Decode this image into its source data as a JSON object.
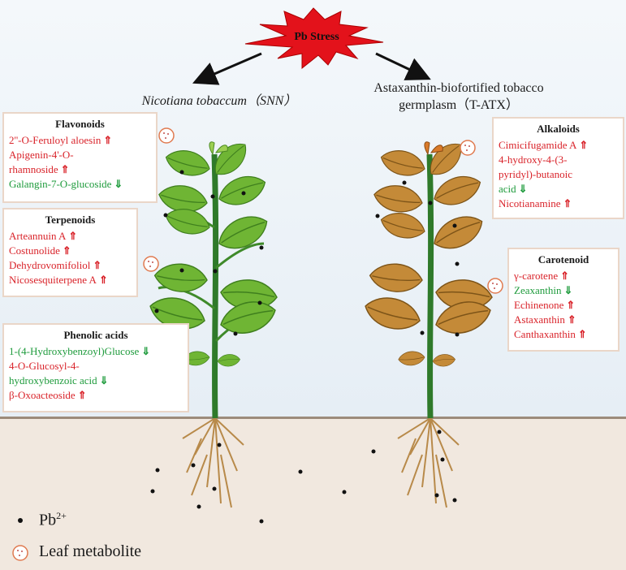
{
  "stress_label": "Pb Stress",
  "left_title": "Nicotiana tobaccum（SNN）",
  "right_title_line1": "Astaxanthin-biofortified tobacco",
  "right_title_line2": "germplasm（T-ATX）",
  "boxes": {
    "flavonoids": {
      "title": "Flavonoids",
      "items": [
        {
          "text": "2''-O-Feruloyl aloesin",
          "trend": "up"
        },
        {
          "text": "Apigenin-4'-O-",
          "trend": ""
        },
        {
          "text": "rhamnoside",
          "trend": "up"
        },
        {
          "text": "Galangin-7-O-glucoside",
          "trend": "down"
        }
      ]
    },
    "terpenoids": {
      "title": "Terpenoids",
      "items": [
        {
          "text": "Arteannuin A",
          "trend": "up"
        },
        {
          "text": "Costunolide",
          "trend": "up"
        },
        {
          "text": "Dehydrovomifoliol",
          "trend": "up"
        },
        {
          "text": "Nicosesquiterpene A",
          "trend": "up"
        }
      ]
    },
    "phenolic": {
      "title": "Phenolic acids",
      "items": [
        {
          "text": "1-(4-Hydroxybenzoyl)Glucose",
          "trend": "down"
        },
        {
          "text": "4-O-Glucosyl-4-",
          "trend": ""
        },
        {
          "text": "hydroxybenzoic acid",
          "trend": "down"
        },
        {
          "text": "β-Oxoacteoside",
          "trend": "up"
        }
      ]
    },
    "alkaloids": {
      "title": "Alkaloids",
      "items": [
        {
          "text": "Cimicifugamide A",
          "trend": "up"
        },
        {
          "text": "4-hydroxy-4-(3-",
          "trend": ""
        },
        {
          "text": "pyridyl)-butanoic",
          "trend": ""
        },
        {
          "text": "acid",
          "trend": "down"
        },
        {
          "text": "Nicotianamine",
          "trend": "up"
        }
      ]
    },
    "carotenoid": {
      "title": "Carotenoid",
      "items": [
        {
          "text": "γ-carotene",
          "trend": "up"
        },
        {
          "text": "Zeaxanthin",
          "trend": "down"
        },
        {
          "text": "Echinenone",
          "trend": "up"
        },
        {
          "text": "Astaxanthin",
          "trend": "up"
        },
        {
          "text": "Canthaxanthin",
          "trend": "up"
        }
      ]
    }
  },
  "legend": {
    "pb_label": "Pb",
    "pb_sup": "2+",
    "metabolite_label": "Leaf metabolite"
  },
  "colors": {
    "up": "#d9232a",
    "down": "#1e9b3c",
    "star": "#e3121b",
    "green_leaf": "#7cbb3c",
    "brown_leaf": "#c98f3a"
  }
}
